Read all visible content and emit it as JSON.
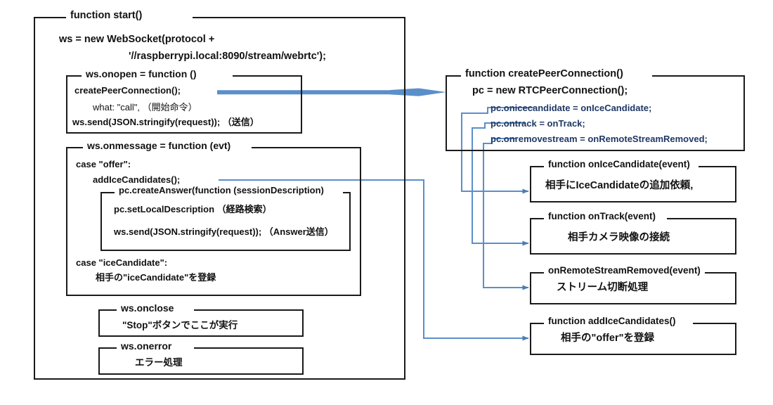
{
  "diagram": {
    "title": "WebRTC signalling flow",
    "accent_color": "#5B8FC9",
    "line_color": "#1a1a1a",
    "navy_text_color": "#1F3864"
  },
  "start_block": {
    "title": "function start()",
    "lines": [
      "ws = new WebSocket(protocol +",
      "'//raspberrypi.local:8090/stream/webrtc');"
    ]
  },
  "onopen_block": {
    "title": "ws.onopen = function ()",
    "lines": [
      "createPeerConnection();",
      "what: \"call\", （開始命令）",
      "ws.send(JSON.stringify(request)); （送信）"
    ]
  },
  "onmessage_block": {
    "title": "ws.onmessage = function (evt)",
    "lines": [
      "case \"offer\":",
      "addIceCandidates();",
      "case \"iceCandidate\":",
      "相手の\"iceCandidate\"を登録"
    ]
  },
  "create_answer_block": {
    "title": "pc.createAnswer(function (sessionDescription)",
    "lines": [
      "pc.setLocalDescription （経路検索）",
      "ws.send(JSON.stringify(request)); （Answer送信）"
    ]
  },
  "onclose_block": {
    "title": "ws.onclose",
    "lines": [
      "\"Stop\"ボタンでここが実行"
    ]
  },
  "onerror_block": {
    "title": "ws.onerror",
    "lines": [
      "エラー処理"
    ]
  },
  "create_peer_connection_block": {
    "title": "function createPeerConnection()",
    "lines": [
      "pc = new RTCPeerConnection();",
      "pc.onicecandidate = onIceCandidate;",
      "pc.ontrack = onTrack;",
      "pc.onremovestream = onRemoteStreamRemoved;"
    ]
  },
  "on_ice_candidate_block": {
    "title": "function onIceCandidate(event)",
    "lines": [
      "相手にIceCandidateの追加依頼,"
    ]
  },
  "on_track_block": {
    "title": "function onTrack(event)",
    "lines": [
      "相手カメラ映像の接続"
    ]
  },
  "on_remote_stream_removed_block": {
    "title": "onRemoteStreamRemoved(event)",
    "lines": [
      "ストリーム切断処理"
    ]
  },
  "add_ice_candidates_block": {
    "title": "function addIceCandidates()",
    "lines": [
      "相手の\"offer\"を登録"
    ]
  }
}
